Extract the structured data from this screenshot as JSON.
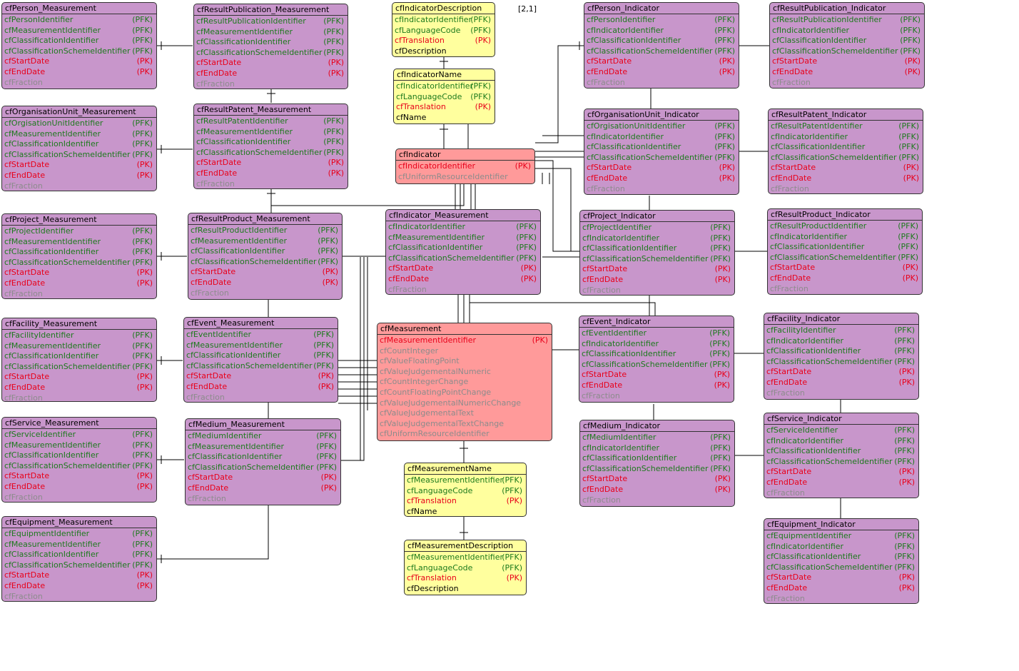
{
  "page_label": "[2,1]",
  "entities": [
    {
      "title": "cfPerson_Measurement",
      "color": "purple",
      "rows": [
        [
          "cfPersonIdentifier",
          "(PFK)",
          "pfk"
        ],
        [
          "cfMeasurementIdentifier",
          "(PFK)",
          "pfk"
        ],
        [
          "cfClassificationIdentifier",
          "(PFK)",
          "pfk"
        ],
        [
          "cfClassificationSchemeIdentifier",
          "(PFK)",
          "pfk"
        ],
        [
          "cfStartDate",
          "(PK)",
          "pk"
        ],
        [
          "cfEndDate",
          "(PK)",
          "pk"
        ],
        [
          "cfFraction",
          "",
          "attr"
        ]
      ]
    },
    {
      "title": "cfOrganisationUnit_Measurement",
      "color": "purple",
      "rows": [
        [
          "cfOrgisationUnitIdentifier",
          "(PFK)",
          "pfk"
        ],
        [
          "cfMeasurementIdentifier",
          "(PFK)",
          "pfk"
        ],
        [
          "cfClassificationIdentifier",
          "(PFK)",
          "pfk"
        ],
        [
          "cfClassificationSchemeIdentifier",
          "(PFK)",
          "pfk"
        ],
        [
          "cfStartDate",
          "(PK)",
          "pk"
        ],
        [
          "cfEndDate",
          "(PK)",
          "pk"
        ],
        [
          "cfFraction",
          "",
          "attr"
        ]
      ]
    },
    {
      "title": "cfProject_Measurement",
      "color": "purple",
      "rows": [
        [
          "cfProjectIdentifier",
          "(PFK)",
          "pfk"
        ],
        [
          "cfMeasurementIdentifier",
          "(PFK)",
          "pfk"
        ],
        [
          "cfClassificationIdentifier",
          "(PFK)",
          "pfk"
        ],
        [
          "cfClassificationSchemeIdentifier",
          "(PFK)",
          "pfk"
        ],
        [
          "cfStartDate",
          "(PK)",
          "pk"
        ],
        [
          "cfEndDate",
          "(PK)",
          "pk"
        ],
        [
          "cfFraction",
          "",
          "attr"
        ]
      ]
    },
    {
      "title": "cfFacility_Measurement",
      "color": "purple",
      "rows": [
        [
          "cfFacilityIdentifier",
          "(PFK)",
          "pfk"
        ],
        [
          "cfMeasurementIdentifier",
          "(PFK)",
          "pfk"
        ],
        [
          "cfClassificationIdentifier",
          "(PFK)",
          "pfk"
        ],
        [
          "cfClassificationSchemeIdentifier",
          "(PFK)",
          "pfk"
        ],
        [
          "cfStartDate",
          "(PK)",
          "pk"
        ],
        [
          "cfEndDate",
          "(PK)",
          "pk"
        ],
        [
          "cfFraction",
          "",
          "attr"
        ]
      ]
    },
    {
      "title": "cfService_Measurement",
      "color": "purple",
      "rows": [
        [
          "cfServiceIdentifier",
          "(PFK)",
          "pfk"
        ],
        [
          "cfMeasurementIdentifier",
          "(PFK)",
          "pfk"
        ],
        [
          "cfClassificationIdentifier",
          "(PFK)",
          "pfk"
        ],
        [
          "cfClassificationSchemeIdentifier",
          "(PFK)",
          "pfk"
        ],
        [
          "cfStartDate",
          "(PK)",
          "pk"
        ],
        [
          "cfEndDate",
          "(PK)",
          "pk"
        ],
        [
          "cfFraction",
          "",
          "attr"
        ]
      ]
    },
    {
      "title": "cfEquipment_Measurement",
      "color": "purple",
      "rows": [
        [
          "cfEquipmentIdentifier",
          "(PFK)",
          "pfk"
        ],
        [
          "cfMeasurementIdentifier",
          "(PFK)",
          "pfk"
        ],
        [
          "cfClassificationIdentifier",
          "(PFK)",
          "pfk"
        ],
        [
          "cfClassificationSchemeIdentifier",
          "(PFK)",
          "pfk"
        ],
        [
          "cfStartDate",
          "(PK)",
          "pk"
        ],
        [
          "cfEndDate",
          "(PK)",
          "pk"
        ],
        [
          "cfFraction",
          "",
          "attr"
        ]
      ]
    },
    {
      "title": "cfResultPublication_Measurement",
      "color": "purple",
      "rows": [
        [
          "cfResultPublicationIdentifier",
          "(PFK)",
          "pfk"
        ],
        [
          "cfMeasurementIdentifier",
          "(PFK)",
          "pfk"
        ],
        [
          "cfClassificationIdentifier",
          "(PFK)",
          "pfk"
        ],
        [
          "cfClassificationSchemeIdentifier",
          "(PFK)",
          "pfk"
        ],
        [
          "cfStartDate",
          "(PK)",
          "pk"
        ],
        [
          "cfEndDate",
          "(PK)",
          "pk"
        ],
        [
          "cfFraction",
          "",
          "attr"
        ]
      ]
    },
    {
      "title": "cfResultPatent_Measurement",
      "color": "purple",
      "rows": [
        [
          "cfResultPatentIdentifier",
          "(PFK)",
          "pfk"
        ],
        [
          "cfMeasurementIdentifier",
          "(PFK)",
          "pfk"
        ],
        [
          "cfClassificationIdentifier",
          "(PFK)",
          "pfk"
        ],
        [
          "cfClassificationSchemeIdentifier",
          "(PFK)",
          "pfk"
        ],
        [
          "cfStartDate",
          "(PK)",
          "pk"
        ],
        [
          "cfEndDate",
          "(PK)",
          "pk"
        ],
        [
          "cfFraction",
          "",
          "attr"
        ]
      ]
    },
    {
      "title": "cfResultProduct_Measurement",
      "color": "purple",
      "rows": [
        [
          "cfResultProductIdentifier",
          "(PFK)",
          "pfk"
        ],
        [
          "cfMeasurementIdentifier",
          "(PFK)",
          "pfk"
        ],
        [
          "cfClassificationIdentifier",
          "(PFK)",
          "pfk"
        ],
        [
          "cfClassificationSchemeIdentifier",
          "(PFK)",
          "pfk"
        ],
        [
          "cfStartDate",
          "(PK)",
          "pk"
        ],
        [
          "cfEndDate",
          "(PK)",
          "pk"
        ],
        [
          "cfFraction",
          "",
          "attr"
        ]
      ]
    },
    {
      "title": "cfEvent_Measurement",
      "color": "purple",
      "rows": [
        [
          "cfEventIdentifier",
          "(PFK)",
          "pfk"
        ],
        [
          "cfMeasurementIdentifier",
          "(PFK)",
          "pfk"
        ],
        [
          "cfClassificationIdentifier",
          "(PFK)",
          "pfk"
        ],
        [
          "cfClassificationSchemeIdentifier",
          "(PFK)",
          "pfk"
        ],
        [
          "cfStartDate",
          "(PK)",
          "pk"
        ],
        [
          "cfEndDate",
          "(PK)",
          "pk"
        ],
        [
          "cfFraction",
          "",
          "attr"
        ]
      ]
    },
    {
      "title": "cfMedium_Measurement",
      "color": "purple",
      "rows": [
        [
          "cfMediumIdentifier",
          "(PFK)",
          "pfk"
        ],
        [
          "cfMeasurementIdentifier",
          "(PFK)",
          "pfk"
        ],
        [
          "cfClassificationIdentifier",
          "(PFK)",
          "pfk"
        ],
        [
          "cfClassificationSchemeIdentifier",
          "(PFK)",
          "pfk"
        ],
        [
          "cfStartDate",
          "(PK)",
          "pk"
        ],
        [
          "cfEndDate",
          "(PK)",
          "pk"
        ],
        [
          "cfFraction",
          "",
          "attr"
        ]
      ]
    },
    {
      "title": "cfIndicatorDescription",
      "color": "yellow",
      "rows": [
        [
          "cfIndicatorIdentifier",
          "(PFK)",
          "pfk"
        ],
        [
          "cfLanguageCode",
          "(PFK)",
          "pfk"
        ],
        [
          "cfTranslation",
          "(PK)",
          "pk"
        ],
        [
          "cfDescription",
          "",
          "plain"
        ]
      ]
    },
    {
      "title": "cfIndicatorName",
      "color": "yellow",
      "rows": [
        [
          "cfIndicatorIdentifier",
          "(PFK)",
          "pfk"
        ],
        [
          "cfLanguageCode",
          "(PFK)",
          "pfk"
        ],
        [
          "cfTranslation",
          "(PK)",
          "pk"
        ],
        [
          "cfName",
          "",
          "plain"
        ]
      ]
    },
    {
      "title": "cfIndicator",
      "color": "red",
      "rows": [
        [
          "cfIndicatorIdentifier",
          "(PK)",
          "pk"
        ],
        [
          "cfUniformResourceIdentifier",
          "",
          "attr"
        ]
      ]
    },
    {
      "title": "cfIndicator_Measurement",
      "color": "purple",
      "rows": [
        [
          "cfIndicatorIdentifier",
          "(PFK)",
          "pfk"
        ],
        [
          "cfMeasurementIdentifier",
          "(PFK)",
          "pfk"
        ],
        [
          "cfClassificationIdentifier",
          "(PFK)",
          "pfk"
        ],
        [
          "cfClassificationSchemeIdentifier",
          "(PFK)",
          "pfk"
        ],
        [
          "cfStartDate",
          "(PK)",
          "pk"
        ],
        [
          "cfEndDate",
          "(PK)",
          "pk"
        ],
        [
          "cfFraction",
          "",
          "attr"
        ]
      ]
    },
    {
      "title": "cfMeasurement",
      "color": "red",
      "rows": [
        [
          "cfMeasurementIdentifier",
          "(PK)",
          "pk"
        ],
        [
          "cfCountInteger",
          "",
          "attr"
        ],
        [
          "cfValueFloatingPoint",
          "",
          "attr"
        ],
        [
          "cfValueJudgementalNumeric",
          "",
          "attr"
        ],
        [
          "cfCountIntegerChange",
          "",
          "attr"
        ],
        [
          "cfCountFloatingPointChange",
          "",
          "attr"
        ],
        [
          "cfValueJudgementalNumericChange",
          "",
          "attr"
        ],
        [
          "cfValueJudgementalText",
          "",
          "attr"
        ],
        [
          "cfValueJudgementalTextChange",
          "",
          "attr"
        ],
        [
          "cfUniformResourceIdentifier",
          "",
          "attr"
        ]
      ]
    },
    {
      "title": "cfMeasurementName",
      "color": "yellow",
      "rows": [
        [
          "cfMeasurementIdentifier",
          "(PFK)",
          "pfk"
        ],
        [
          "cfLanguageCode",
          "(PFK)",
          "pfk"
        ],
        [
          "cfTranslation",
          "(PK)",
          "pk"
        ],
        [
          "cfName",
          "",
          "plain"
        ]
      ]
    },
    {
      "title": "cfMeasurementDescription",
      "color": "yellow",
      "rows": [
        [
          "cfMeasurementIdentifier",
          "(PFK)",
          "pfk"
        ],
        [
          "cfLanguageCode",
          "(PFK)",
          "pfk"
        ],
        [
          "cfTranslation",
          "(PK)",
          "pk"
        ],
        [
          "cfDescription",
          "",
          "plain"
        ]
      ]
    },
    {
      "title": "cfPerson_Indicator",
      "color": "purple",
      "rows": [
        [
          "cfPersonIdentifier",
          "(PFK)",
          "pfk"
        ],
        [
          "cfIndicatorIdentifier",
          "(PFK)",
          "pfk"
        ],
        [
          "cfClassificationIdentifier",
          "(PFK)",
          "pfk"
        ],
        [
          "cfClassificationSchemeIdentifier",
          "(PFK)",
          "pfk"
        ],
        [
          "cfStartDate",
          "(PK)",
          "pk"
        ],
        [
          "cfEndDate",
          "(PK)",
          "pk"
        ],
        [
          "cfFraction",
          "",
          "attr"
        ]
      ]
    },
    {
      "title": "cfOrganisationUnit_Indicator",
      "color": "purple",
      "rows": [
        [
          "cfOrgisationUnitIdentifier",
          "(PFK)",
          "pfk"
        ],
        [
          "cfIndicatorIdentifier",
          "(PFK)",
          "pfk"
        ],
        [
          "cfClassificationIdentifier",
          "(PFK)",
          "pfk"
        ],
        [
          "cfClassificationSchemeIdentifier",
          "(PFK)",
          "pfk"
        ],
        [
          "cfStartDate",
          "(PK)",
          "pk"
        ],
        [
          "cfEndDate",
          "(PK)",
          "pk"
        ],
        [
          "cfFraction",
          "",
          "attr"
        ]
      ]
    },
    {
      "title": "cfProject_Indicator",
      "color": "purple",
      "rows": [
        [
          "cfProjectIdentifier",
          "(PFK)",
          "pfk"
        ],
        [
          "cfIndicatorIdentifier",
          "(PFK)",
          "pfk"
        ],
        [
          "cfClassificationIdentifier",
          "(PFK)",
          "pfk"
        ],
        [
          "cfClassificationSchemeIdentifier",
          "(PFK)",
          "pfk"
        ],
        [
          "cfStartDate",
          "(PK)",
          "pk"
        ],
        [
          "cfEndDate",
          "(PK)",
          "pk"
        ],
        [
          "cfFraction",
          "",
          "attr"
        ]
      ]
    },
    {
      "title": "cfEvent_Indicator",
      "color": "purple",
      "rows": [
        [
          "cfEventIdentifier",
          "(PFK)",
          "pfk"
        ],
        [
          "cfIndicatorIdentifier",
          "(PFK)",
          "pfk"
        ],
        [
          "cfClassificationIdentifier",
          "(PFK)",
          "pfk"
        ],
        [
          "cfClassificationSchemeIdentifier",
          "(PFK)",
          "pfk"
        ],
        [
          "cfStartDate",
          "(PK)",
          "pk"
        ],
        [
          "cfEndDate",
          "(PK)",
          "pk"
        ],
        [
          "cfFraction",
          "",
          "attr"
        ]
      ]
    },
    {
      "title": "cfMedium_Indicator",
      "color": "purple",
      "rows": [
        [
          "cfMediumIdentifier",
          "(PFK)",
          "pfk"
        ],
        [
          "cfIndicatorIdentifier",
          "(PFK)",
          "pfk"
        ],
        [
          "cfClassificationIdentifier",
          "(PFK)",
          "pfk"
        ],
        [
          "cfClassificationSchemeIdentifier",
          "(PFK)",
          "pfk"
        ],
        [
          "cfStartDate",
          "(PK)",
          "pk"
        ],
        [
          "cfEndDate",
          "(PK)",
          "pk"
        ],
        [
          "cfFraction",
          "",
          "attr"
        ]
      ]
    },
    {
      "title": "cfResultPublication_Indicator",
      "color": "purple",
      "rows": [
        [
          "cfResultPublicationIdentifier",
          "(PFK)",
          "pfk"
        ],
        [
          "cfIndicatorIdentifier",
          "(PFK)",
          "pfk"
        ],
        [
          "cfClassificationIdentifier",
          "(PFK)",
          "pfk"
        ],
        [
          "cfClassificationSchemeIdentifier",
          "(PFK)",
          "pfk"
        ],
        [
          "cfStartDate",
          "(PK)",
          "pk"
        ],
        [
          "cfEndDate",
          "(PK)",
          "pk"
        ],
        [
          "cfFraction",
          "",
          "attr"
        ]
      ]
    },
    {
      "title": "cfResultPatent_Indicator",
      "color": "purple",
      "rows": [
        [
          "cfResultPatentIdentifier",
          "(PFK)",
          "pfk"
        ],
        [
          "cfIndicatorIdentifier",
          "(PFK)",
          "pfk"
        ],
        [
          "cfClassificationIdentifier",
          "(PFK)",
          "pfk"
        ],
        [
          "cfClassificationSchemeIdentifier",
          "(PFK)",
          "pfk"
        ],
        [
          "cfStartDate",
          "(PK)",
          "pk"
        ],
        [
          "cfEndDate",
          "(PK)",
          "pk"
        ],
        [
          "cfFraction",
          "",
          "attr"
        ]
      ]
    },
    {
      "title": "cfResultProduct_Indicator",
      "color": "purple",
      "rows": [
        [
          "cfResultProductIdentifier",
          "(PFK)",
          "pfk"
        ],
        [
          "cfIndicatorIdentifier",
          "(PFK)",
          "pfk"
        ],
        [
          "cfClassificationIdentifier",
          "(PFK)",
          "pfk"
        ],
        [
          "cfClassificationSchemeIdentifier",
          "(PFK)",
          "pfk"
        ],
        [
          "cfStartDate",
          "(PK)",
          "pk"
        ],
        [
          "cfEndDate",
          "(PK)",
          "pk"
        ],
        [
          "cfFraction",
          "",
          "attr"
        ]
      ]
    },
    {
      "title": "cfFacility_Indicator",
      "color": "purple",
      "rows": [
        [
          "cfFacilityIdentifier",
          "(PFK)",
          "pfk"
        ],
        [
          "cfIndicatorIdentifier",
          "(PFK)",
          "pfk"
        ],
        [
          "cfClassificationIdentifier",
          "(PFK)",
          "pfk"
        ],
        [
          "cfClassificationSchemeIdentifier",
          "(PFK)",
          "pfk"
        ],
        [
          "cfStartDate",
          "(PK)",
          "pk"
        ],
        [
          "cfEndDate",
          "(PK)",
          "pk"
        ],
        [
          "cfFraction",
          "",
          "attr"
        ]
      ]
    },
    {
      "title": "cfService_Indicator",
      "color": "purple",
      "rows": [
        [
          "cfServiceIdentifier",
          "(PFK)",
          "pfk"
        ],
        [
          "cfIndicatorIdentifier",
          "(PFK)",
          "pfk"
        ],
        [
          "cfClassificationIdentifier",
          "(PFK)",
          "pfk"
        ],
        [
          "cfClassificationSchemeIdentifier",
          "(PFK)",
          "pfk"
        ],
        [
          "cfStartDate",
          "(PK)",
          "pk"
        ],
        [
          "cfEndDate",
          "(PK)",
          "pk"
        ],
        [
          "cfFraction",
          "",
          "attr"
        ]
      ]
    },
    {
      "title": "cfEquipment_Indicator",
      "color": "purple",
      "rows": [
        [
          "cfEquipmentIdentifier",
          "(PFK)",
          "pfk"
        ],
        [
          "cfIndicatorIdentifier",
          "(PFK)",
          "pfk"
        ],
        [
          "cfClassificationIdentifier",
          "(PFK)",
          "pfk"
        ],
        [
          "cfClassificationSchemeIdentifier",
          "(PFK)",
          "pfk"
        ],
        [
          "cfStartDate",
          "(PK)",
          "pk"
        ],
        [
          "cfEndDate",
          "(PK)",
          "pk"
        ],
        [
          "cfFraction",
          "",
          "attr"
        ]
      ]
    }
  ]
}
